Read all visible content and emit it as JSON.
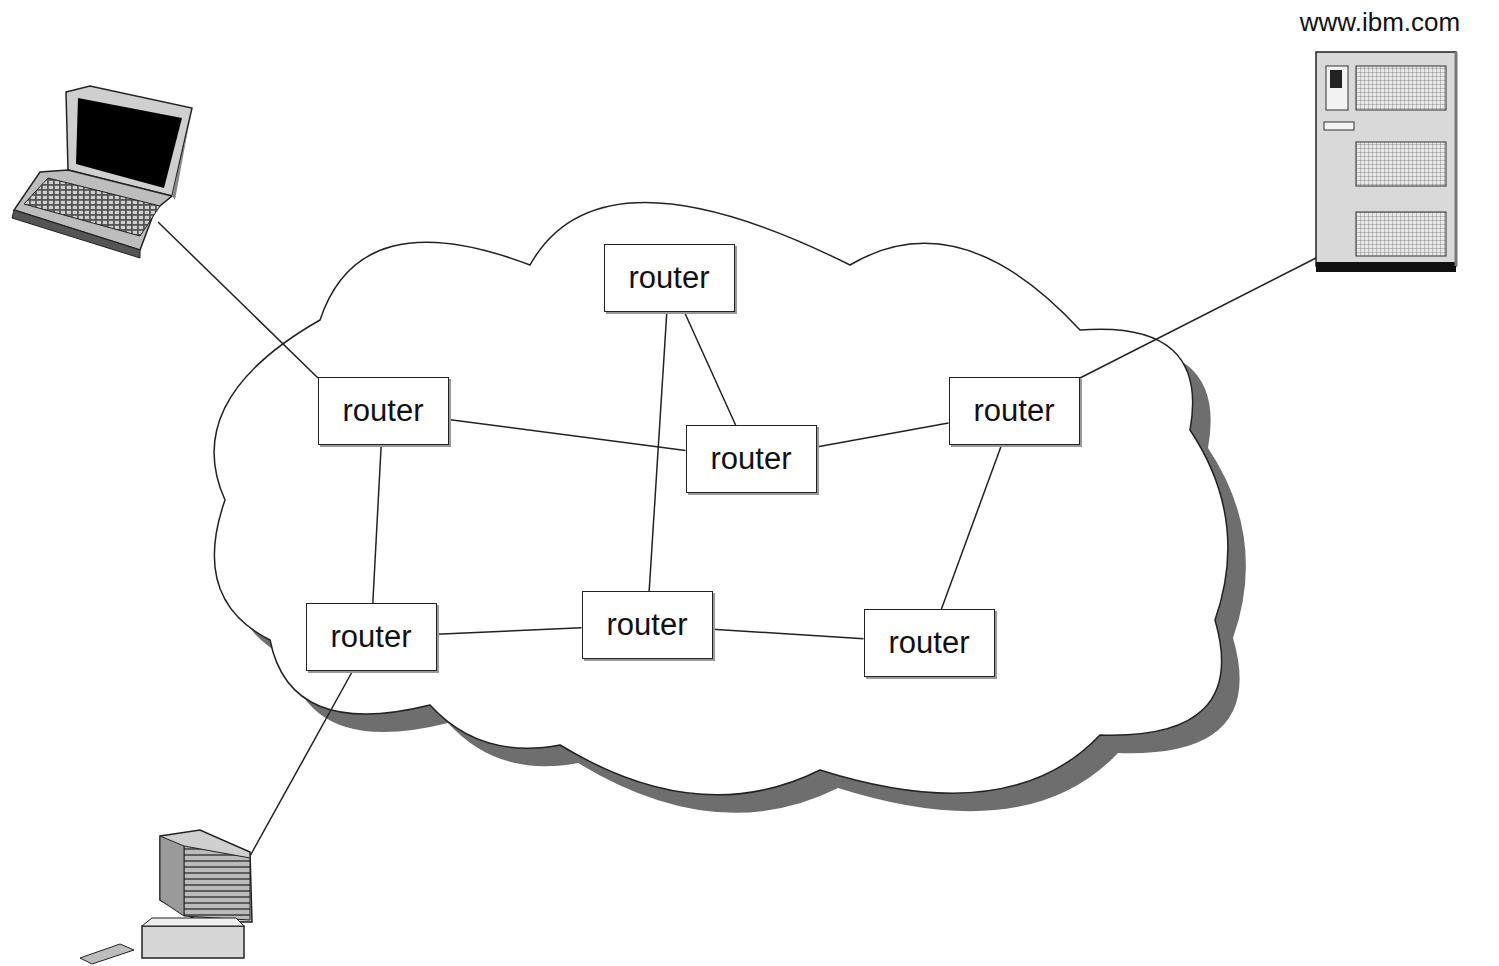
{
  "diagram": {
    "nodes": [
      {
        "text": [
          "router"
        ]
      },
      {
        "text": [
          "router"
        ]
      },
      {
        "text": [
          "router"
        ]
      },
      {
        "text": [
          "router"
        ]
      },
      {
        "text": [
          "router"
        ]
      },
      {
        "text": [
          "router"
        ]
      },
      {
        "text": [
          "router"
        ]
      }
    ],
    "edges": [
      {
        "from": 0,
        "to": 4,
        "arrow": "none"
      },
      {
        "from": 0,
        "to": 3,
        "arrow": "none"
      },
      {
        "from": 1,
        "to": 3,
        "arrow": "none"
      },
      {
        "from": 3,
        "to": 2,
        "arrow": "none"
      },
      {
        "from": 1,
        "to": 5,
        "arrow": "none"
      },
      {
        "from": 5,
        "to": 4,
        "arrow": "none"
      },
      {
        "from": 4,
        "to": 6,
        "arrow": "none"
      },
      {
        "from": 2,
        "to": 6,
        "arrow": "none"
      }
    ],
    "labels": [
      "www.ibm.com"
    ]
  }
}
